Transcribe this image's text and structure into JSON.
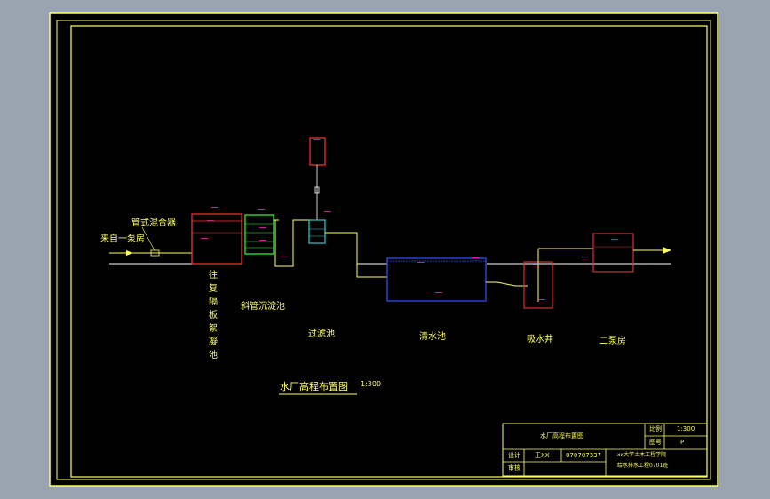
{
  "colors": {
    "background": "#000000",
    "frame": "#ffff66",
    "level_marks": "#ff33cc",
    "pipe": "#ffff66",
    "mixing_tank": "#ff3333",
    "sed_tank": "#33ff33",
    "filter": "#33cccc",
    "clear_well": "#3355ff",
    "suction_well": "#cc3333",
    "pump_house_2": "#cc3333"
  },
  "labels": {
    "pipe_mixer": "管式混合器",
    "from_pump": "来自一泵房",
    "flocculation": "往复隔板絮凝池",
    "inclined_tube": "斜管沉淀池",
    "filter": "过滤池",
    "clear_well": "清水池",
    "suction_well": "吸水井",
    "pump_house_2": "二泵房",
    "drawing_title": "水厂高程布置图",
    "drawing_scale": "1:300"
  },
  "title_block": {
    "name": "水厂高程布置图",
    "scale_label": "比例",
    "scale_value": "1:300",
    "sheet_label": "图号",
    "sheet_value": "P",
    "designer_label": "设计",
    "designer_name": "王XX",
    "student_no": "070707337",
    "school": "xx大学土木工程学院",
    "major": "给水排水工程0701班",
    "check_label": "审核"
  }
}
